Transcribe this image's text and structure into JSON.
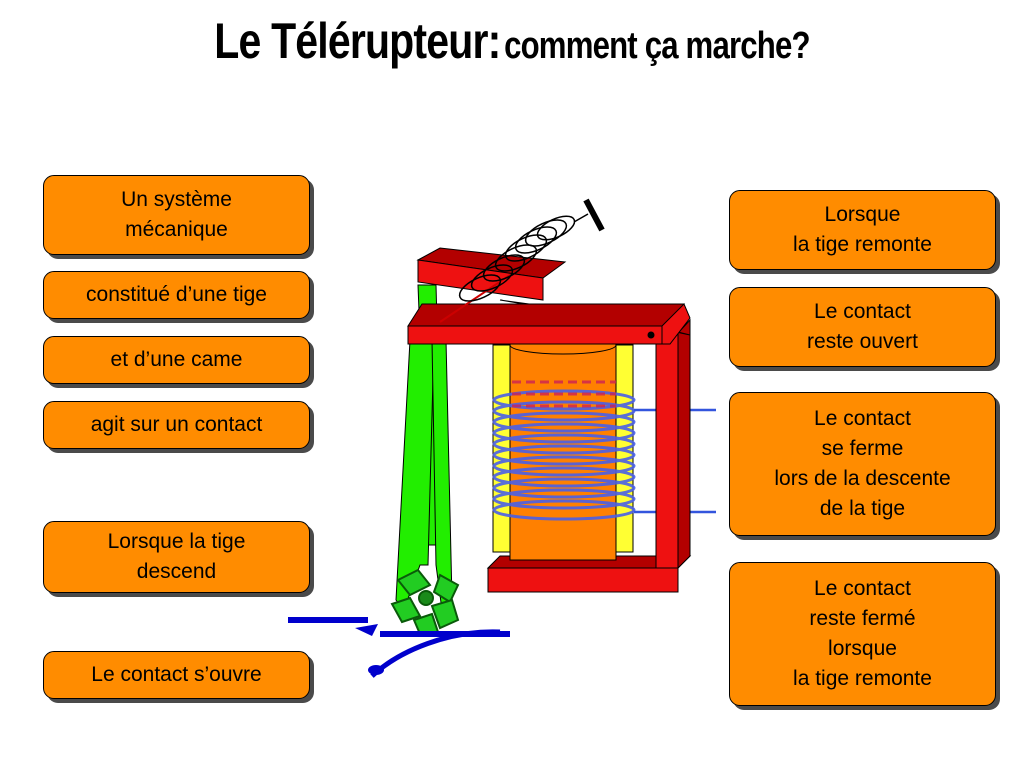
{
  "title": {
    "main": "Le Télérupteur:",
    "sub": "comment ça marche?"
  },
  "left_boxes": [
    "Un système\nmécanique",
    "constitué d’une tige",
    "et d’une came",
    "agit sur un contact",
    "Lorsque la tige\ndescend",
    "Le contact s’ouvre"
  ],
  "right_boxes": [
    "Lorsque\nla tige remonte",
    "Le contact\nreste ouvert",
    "Le contact\nse ferme\nlors de la descente\nde la tige",
    "Le contact\nreste fermé\nlorsque\nla tige remonte"
  ],
  "colors": {
    "box_fill": "#ff8c00",
    "frame": "#ee1111",
    "rod": "#22ee00",
    "coil_core": "#ff8000",
    "coil_sleeve": "#ffff33",
    "winding": "#4a5fe8",
    "contact": "#0000cc",
    "cam": "#1a8a1a"
  }
}
